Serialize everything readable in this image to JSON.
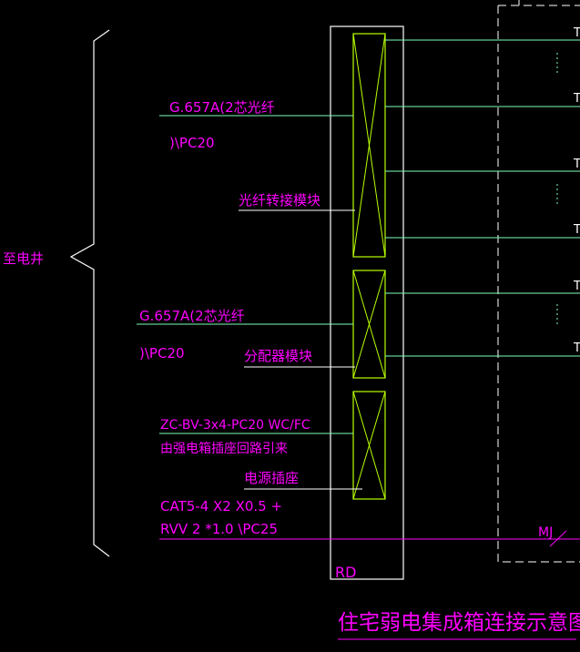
{
  "diagram": {
    "title": "住宅弱电集成箱连接示意图",
    "left_label": "至电井",
    "fiber_cable_1": {
      "line1": "G.657A(2芯光纤",
      "line2": ")\\PC20"
    },
    "fiber_module_label": "光纤转接模块",
    "fiber_cable_2": {
      "line1": "G.657A(2芯光纤",
      "line2": ")\\PC20"
    },
    "splitter_module_label": "分配器模块",
    "power_cable": {
      "line1": "ZC-BV-3x4-PC20 WC/FC",
      "line2": "由强电箱插座回路引来"
    },
    "socket_label": "电源插座",
    "data_cable": {
      "line1": "CAT5-4 X2 X0.5 +",
      "line2": "RVV 2 *1.0  \\PC25"
    },
    "box_label": "RD",
    "mj_label": "MJ",
    "right_marker": "T",
    "colors": {
      "background": "#000000",
      "text": "#ff00ff",
      "line": "#7cffb8",
      "module": "#b8ff00",
      "frame": "#ffffff"
    }
  }
}
